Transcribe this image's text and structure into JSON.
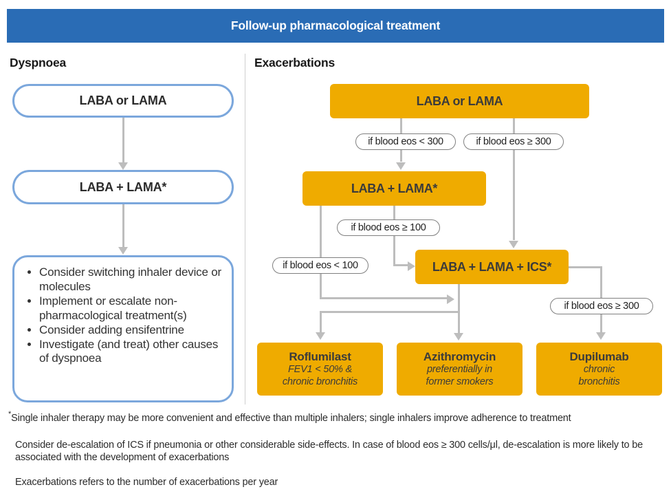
{
  "header": {
    "title": "Follow-up pharmacological treatment"
  },
  "sections": {
    "left_title": "Dyspnoea",
    "right_title": "Exacerbations"
  },
  "dyspnoea": {
    "box1": "LABA or LAMA",
    "box2": "LABA + LAMA*",
    "bullets": [
      "Consider switching inhaler device or molecules",
      "Implement or escalate non-pharmacological treatment(s)",
      "Consider adding ensifentrine",
      "Investigate (and treat) other causes of dyspnoea"
    ]
  },
  "exacerbations": {
    "box_top": "LABA or LAMA",
    "box_mid": "LABA + LAMA*",
    "box_ics": "LABA + LAMA + ICS*",
    "labels": {
      "eos_lt_300": "if blood eos < 300",
      "eos_ge_300": "if blood eos ≥ 300",
      "eos_ge_100": "if blood eos ≥ 100",
      "eos_lt_100": "if blood eos < 100",
      "eos_ge_300_b": "if blood eos ≥ 300"
    },
    "outcomes": [
      {
        "title": "Roflumilast",
        "sub1": "FEV1 < 50% &",
        "sub2": "chronic bronchitis"
      },
      {
        "title": "Azithromycin",
        "sub1": "preferentially in",
        "sub2": "former smokers"
      },
      {
        "title": "Dupilumab",
        "sub1": "chronic",
        "sub2": "bronchitis"
      }
    ]
  },
  "footnotes": {
    "star": "*",
    "note1": "Single inhaler therapy may be more convenient and effective than multiple inhalers; single inhalers improve adherence to treatment",
    "note2": "Consider de-escalation of ICS if pneumonia or other considerable side-effects. In case of blood eos ≥ 300 cells/μl, de-escalation is more likely to be associated with the development of exacerbations",
    "note3": "Exacerbations refers to the number of exacerbations per year"
  },
  "colors": {
    "header_blue": "#2a6cb5",
    "accent_orange": "#efab00",
    "box_border_blue": "#7ba7dc",
    "arrow_gray": "#bdbdbd"
  }
}
